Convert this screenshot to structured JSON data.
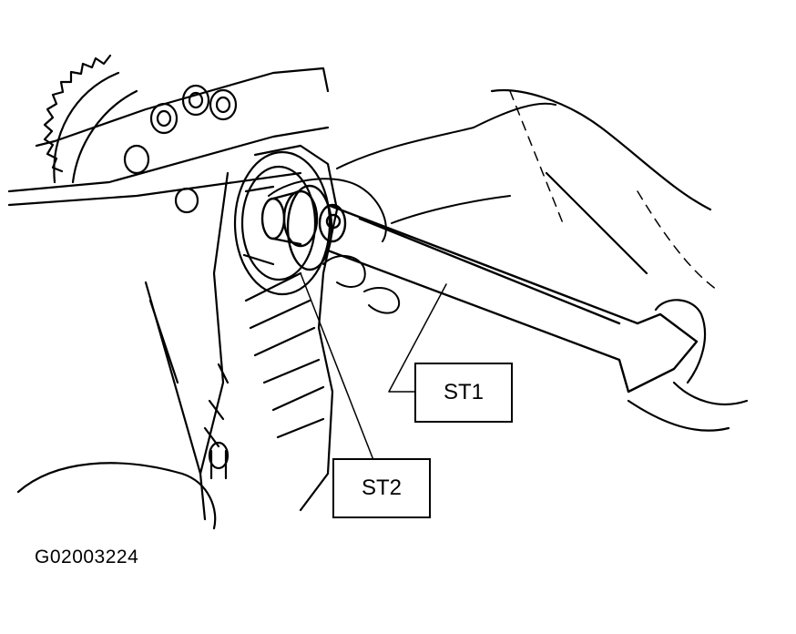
{
  "callouts": {
    "st1": "ST1",
    "st2": "ST2"
  },
  "figure_id": "G02003224",
  "colors": {
    "ink": "#000000",
    "paper": "#ffffff"
  }
}
